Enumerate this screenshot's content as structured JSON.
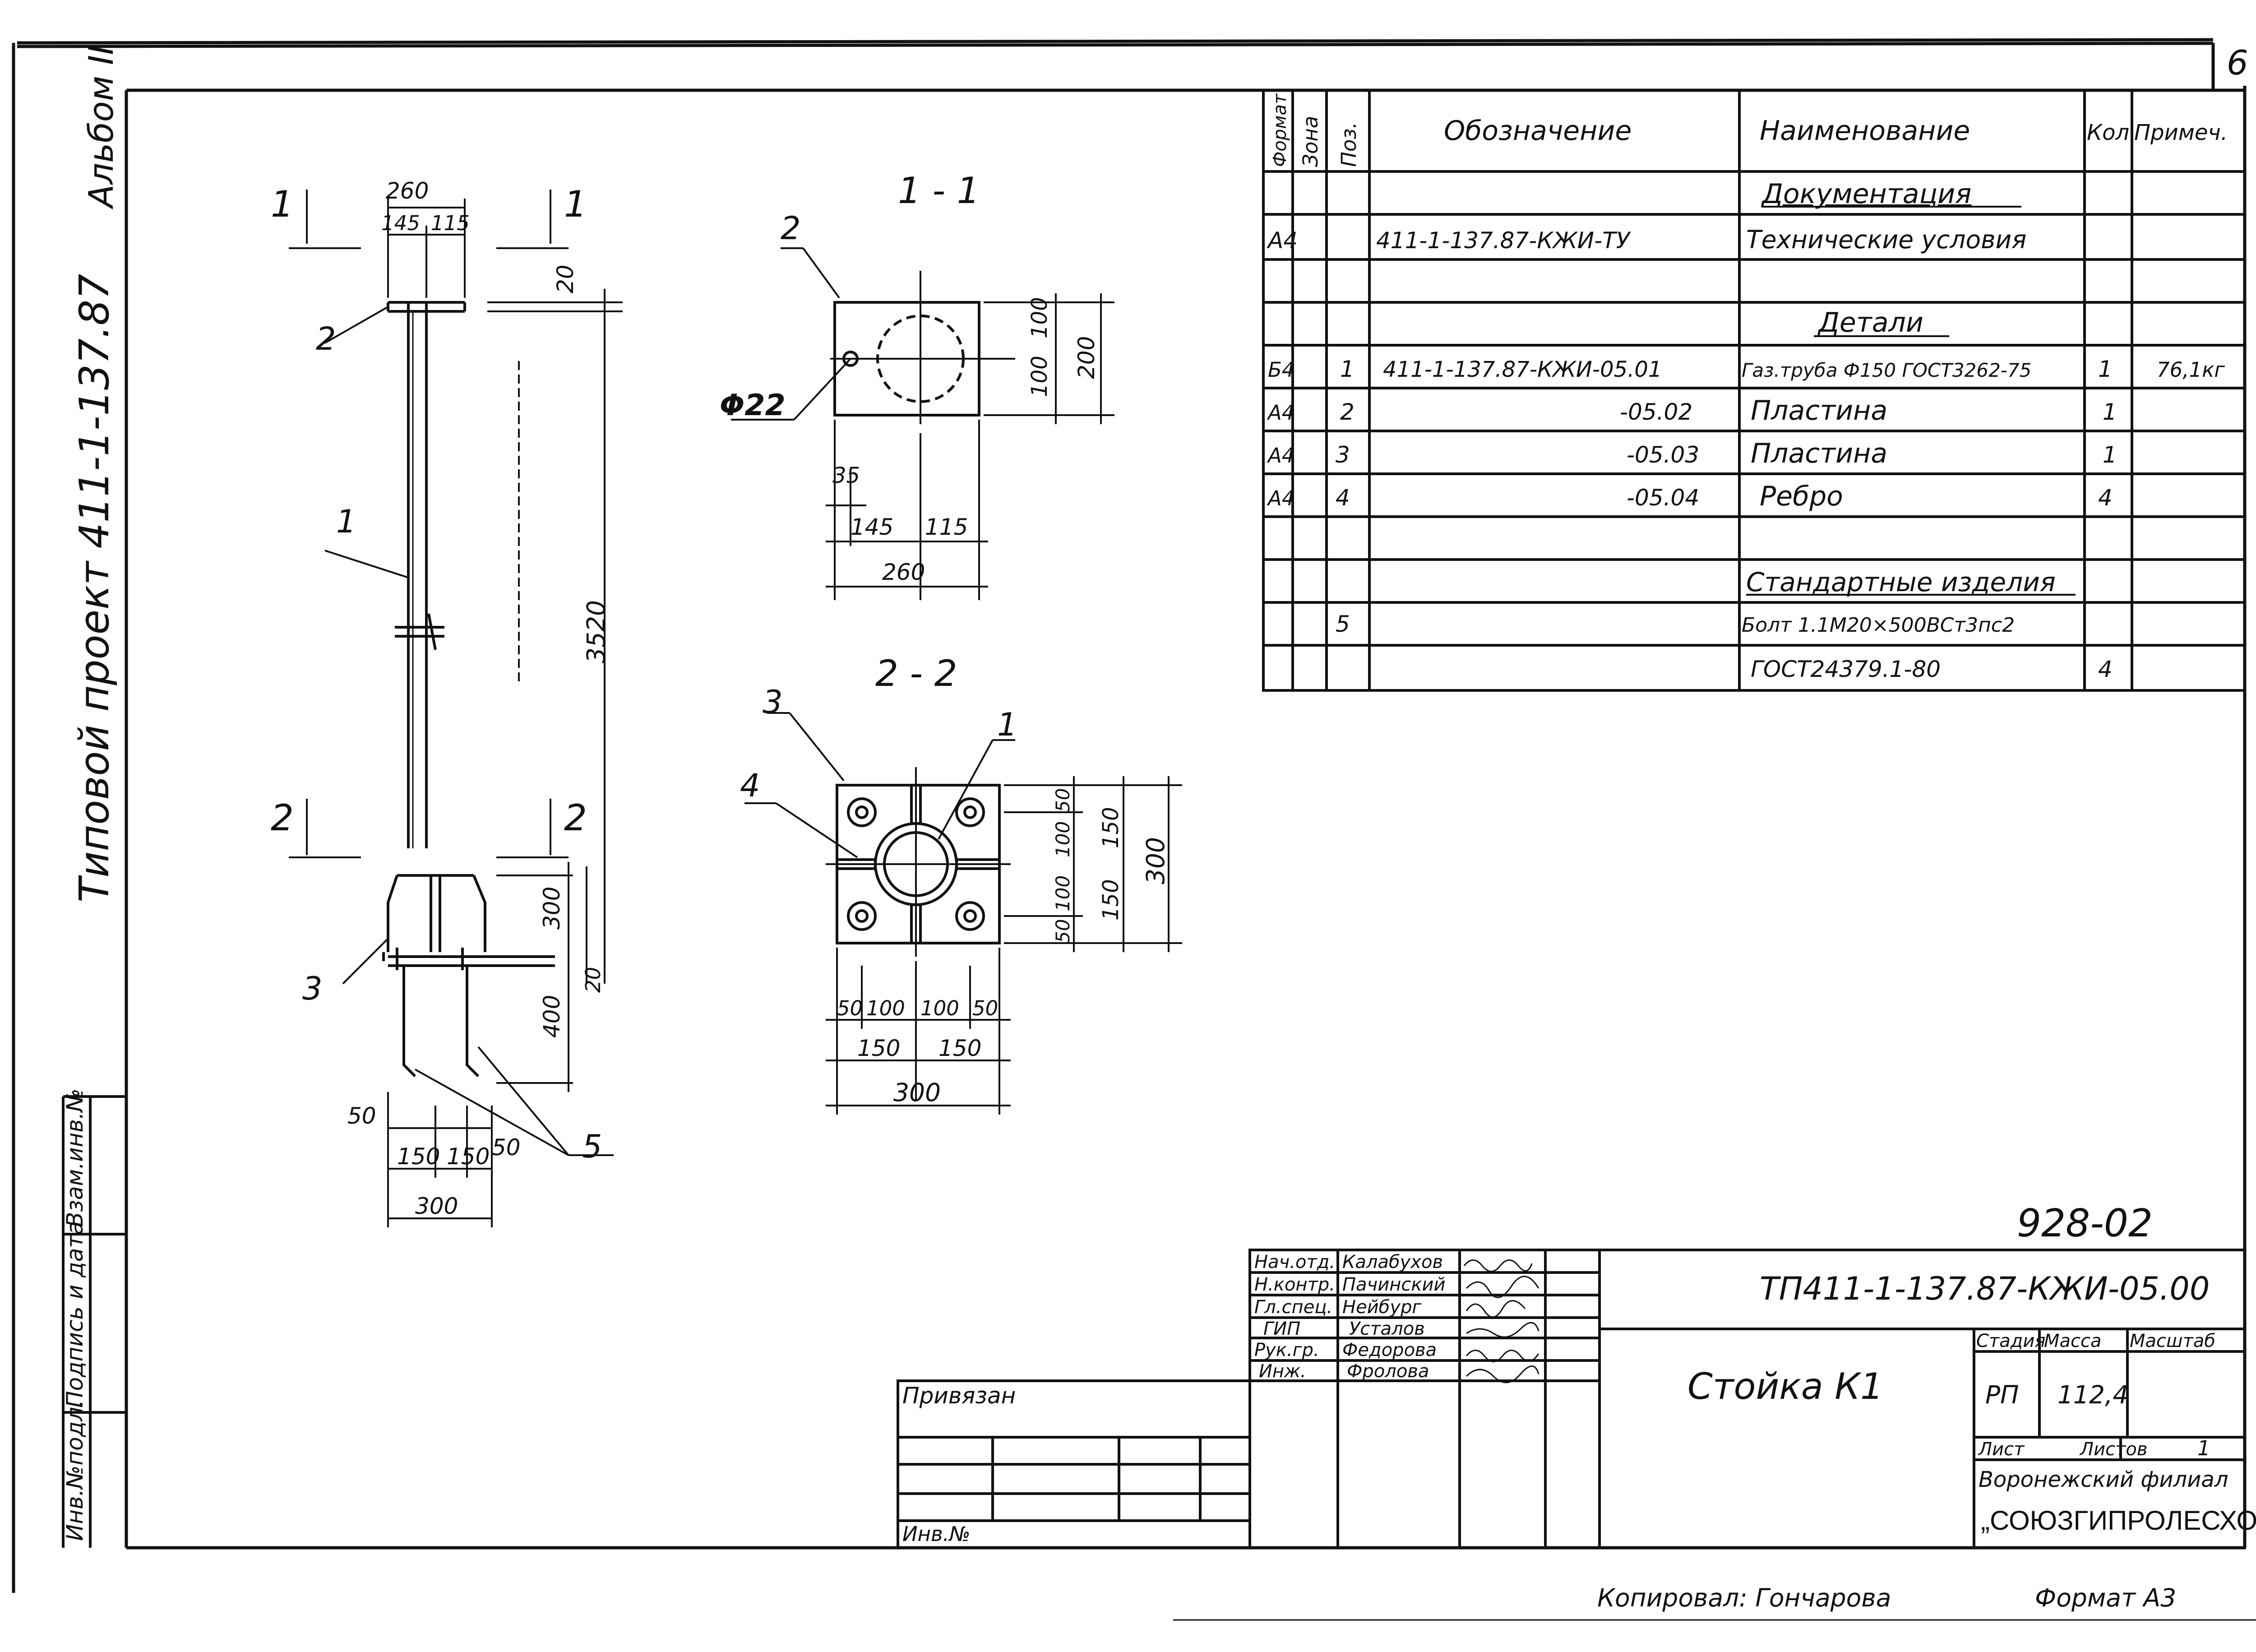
{
  "sheet": {
    "number": "6"
  },
  "side": {
    "project": "Типовой проект 411-1-137.87",
    "album": "Альбом II",
    "strip1": "Взам.инв.№",
    "strip2": "Подпись и дата",
    "strip3": "Инв.№подл."
  },
  "elevation": {
    "cut1": "1",
    "cut2": "2",
    "pos1": "1",
    "pos2": "2",
    "pos3": "3",
    "pos5": "5",
    "dims": {
      "w260": "260",
      "w145": "145",
      "w115": "115",
      "h20": "20",
      "h3520": "3520",
      "h300": "300",
      "h400": "400",
      "w50": "50",
      "w150": "150",
      "w300": "300"
    }
  },
  "section1": {
    "title": "1 - 1",
    "pos2": "2",
    "hole": "Φ22",
    "dims": {
      "h100": "100",
      "h200": "200",
      "w35": "35",
      "w145": "145",
      "w115": "115",
      "w260": "260"
    }
  },
  "section2": {
    "title": "2 - 2",
    "pos1": "1",
    "pos3": "3",
    "pos4": "4",
    "dims": {
      "d50": "50",
      "d100": "100",
      "d150": "150",
      "d300": "300"
    }
  },
  "spec": {
    "headers": {
      "format": "Формат",
      "zone": "Зона",
      "pos": "Поз.",
      "designation": "Обозначение",
      "name": "Наименование",
      "qty": "Кол.",
      "note": "Примеч."
    },
    "sections": {
      "documentation": "Документация",
      "details": "Детали",
      "standard": "Стандартные изделия"
    },
    "rows": [
      {
        "format": "А4",
        "designation": "411-1-137.87-КЖИ-ТУ",
        "name": "Технические условия"
      },
      {
        "format": "Б4",
        "pos": "1",
        "designation": "411-1-137.87-КЖИ-05.01",
        "name": "Газ.труба Ф150 ГОСТ3262-75",
        "qty": "1",
        "note": "76,1кг"
      },
      {
        "format": "А4",
        "pos": "2",
        "designation": "-05.02",
        "name": "Пластина",
        "qty": "1"
      },
      {
        "format": "А4",
        "pos": "3",
        "designation": "-05.03",
        "name": "Пластина",
        "qty": "1"
      },
      {
        "format": "А4",
        "pos": "4",
        "designation": "-05.04",
        "name": "Ребро",
        "qty": "4"
      },
      {
        "pos": "5",
        "name": "Болт 1.1М20×500ВСт3пс2",
        "name2": "ГОСТ24379.1-80",
        "qty": "4"
      }
    ]
  },
  "titleblock": {
    "code": "928-02",
    "doc_code": "ТП411-1-137.87-КЖИ-05.00",
    "title": "Стойка К1",
    "privyazan": "Привязан",
    "inv_no": "Инв.№",
    "roles": [
      {
        "role": "Нач.отд.",
        "name": "Калабухов"
      },
      {
        "role": "Н.контр.",
        "name": "Пачинский"
      },
      {
        "role": "Гл.спец.",
        "name": "Нейбург"
      },
      {
        "role": "ГИП",
        "name": "Усталов"
      },
      {
        "role": "Рук.гр.",
        "name": "Федорова"
      },
      {
        "role": "Инж.",
        "name": "Фролова"
      }
    ],
    "stage_label": "Стадия",
    "mass_label": "Масса",
    "scale_label": "Масштаб",
    "stage": "РП",
    "mass": "112,4",
    "sheet_label": "Лист",
    "sheets_label": "Листов",
    "sheets": "1",
    "org": "Воронежский филиал",
    "org2": "„СОЮЗГИПРОЛЕСХОЗ\""
  },
  "footer": {
    "copied": "Копировал: Гончарова",
    "format": "Формат А3"
  }
}
